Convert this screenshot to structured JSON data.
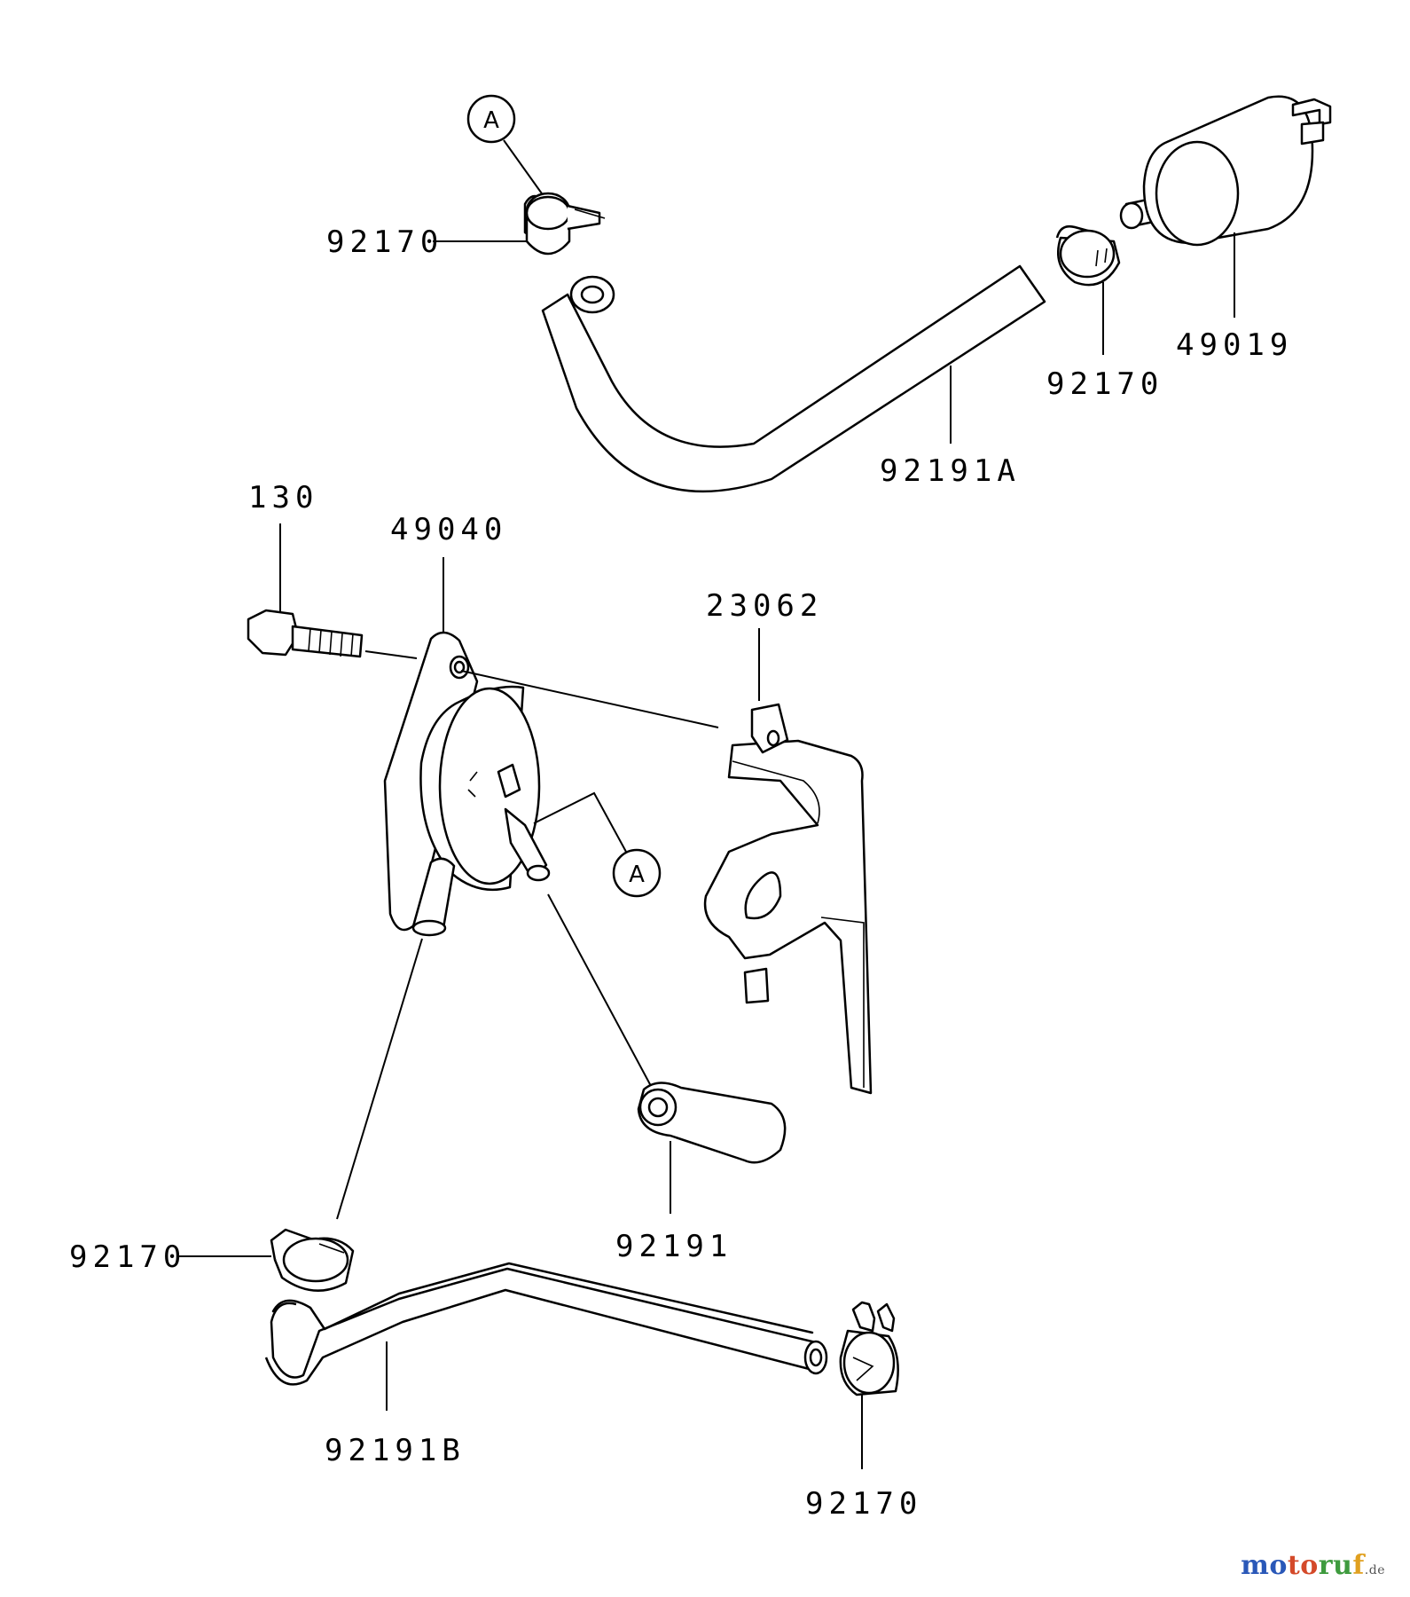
{
  "labels": {
    "clip_top_left": "92170",
    "clip_top_right": "92170",
    "fuel_filter": "49019",
    "hose_top": "92191A",
    "bolt": "130",
    "fuel_pump": "49040",
    "nut": "23062",
    "hose_short": "92191",
    "clip_lower_left": "92170",
    "hose_bottom": "92191B",
    "clip_lower_right": "92170"
  },
  "callouts": {
    "top": "A",
    "pump": "A"
  },
  "watermark": {
    "part1": "mo",
    "part2": "to",
    "part3": "ru",
    "part4": "f",
    "tld": ".de"
  },
  "colors": {
    "line": "#000000",
    "background": "#ffffff"
  }
}
